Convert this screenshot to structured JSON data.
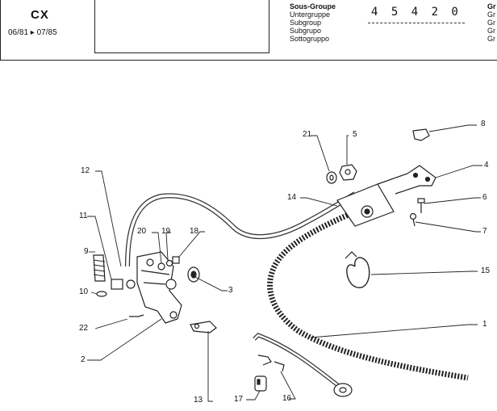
{
  "header": {
    "model": "CX",
    "dates": "06/81 ▸ 07/85",
    "subgroup_titles": [
      "Sous-Groupe",
      "Untergruppe",
      "Subgroup",
      "Subgrupo",
      "Sottogruppo"
    ],
    "subgroup_code": "4 5 4  2 0",
    "group_titles": [
      "Gr",
      "Gr",
      "Gr",
      "Gr",
      "Gr"
    ]
  },
  "callouts": {
    "c1": "1",
    "c2": "2",
    "c3": "3",
    "c4": "4",
    "c5": "5",
    "c6": "6",
    "c7": "7",
    "c8": "8",
    "c9": "9",
    "c10": "10",
    "c11": "11",
    "c12": "12",
    "c13": "13",
    "c14": "14",
    "c15": "15",
    "c16": "16",
    "c17": "17",
    "c18": "18",
    "c19": "19",
    "c20": "20",
    "c21": "21",
    "c22": "22"
  }
}
